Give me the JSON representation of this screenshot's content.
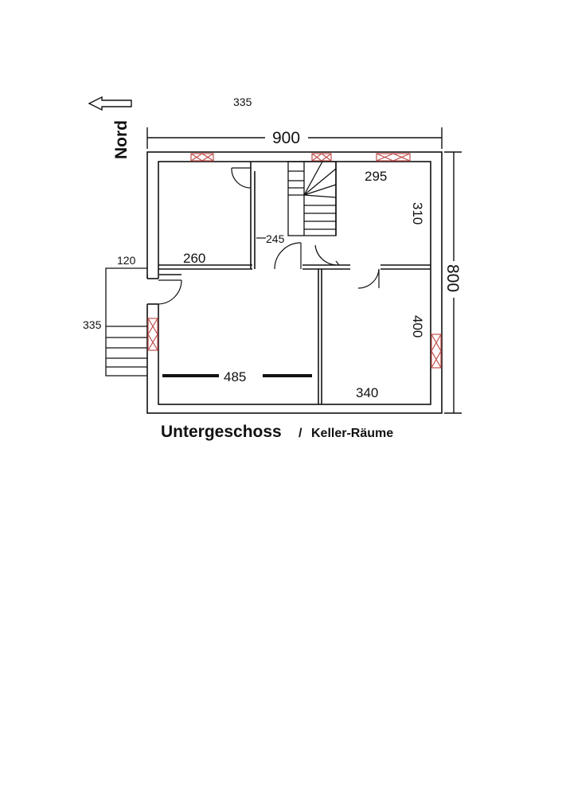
{
  "compass": {
    "label": "Nord",
    "arrow_icon": "arrow-left-icon"
  },
  "dimensions": {
    "top_small": "335",
    "overall_width": "900",
    "overall_depth": "800",
    "stair_landing": "120",
    "stair_run": "335",
    "room_nw_width": "260",
    "hall_width": "245",
    "room_ne_width": "295",
    "room_ne_depth": "310",
    "room_sw_width": "485",
    "room_se_width": "340",
    "room_se_depth": "400"
  },
  "caption": {
    "title": "Untergeschoss",
    "separator": "/",
    "subtitle": "Keller-Räume"
  },
  "colors": {
    "wall": "#111111",
    "window": "#c0504d",
    "background": "#ffffff"
  }
}
